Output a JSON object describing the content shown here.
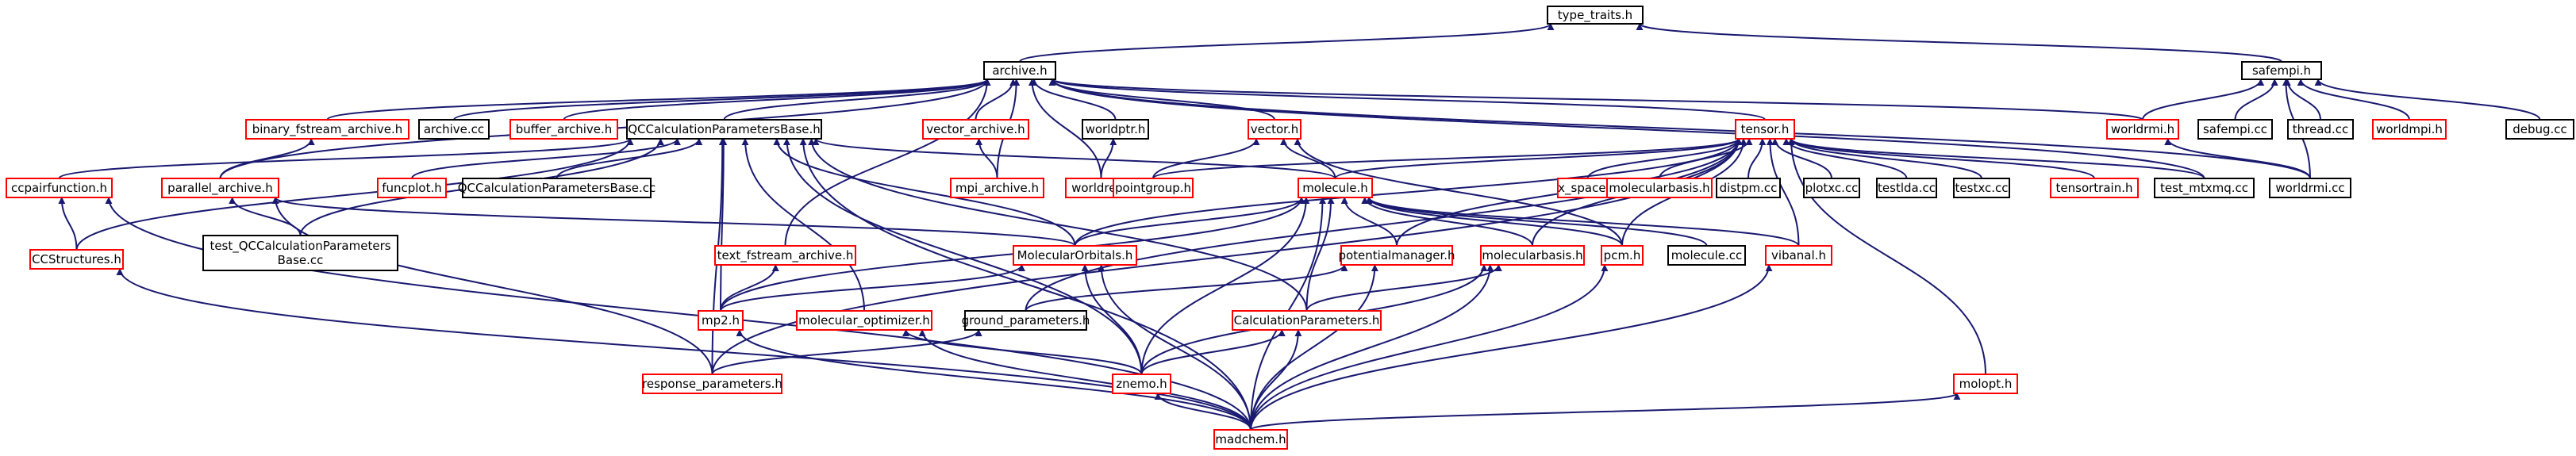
{
  "diagram": {
    "colors": {
      "edge": "#191970",
      "node_border_normal": "#000000",
      "node_border_link": "#ff0000",
      "node_fill_root": "#bfbfbf",
      "node_fill": "#ffffff"
    },
    "nodes": [
      {
        "id": "type_traits",
        "lines": [
          "type_traits.h"
        ],
        "style": "root"
      },
      {
        "id": "archive",
        "lines": [
          "archive.h"
        ],
        "style": "normal"
      },
      {
        "id": "safempi",
        "lines": [
          "safempi.h"
        ],
        "style": "normal"
      },
      {
        "id": "binary_fstream",
        "lines": [
          "binary_fstream_archive.h"
        ],
        "style": "link"
      },
      {
        "id": "archive_cc",
        "lines": [
          "archive.cc"
        ],
        "style": "normal"
      },
      {
        "id": "buffer_archive",
        "lines": [
          "buffer_archive.h"
        ],
        "style": "link"
      },
      {
        "id": "qccalc",
        "lines": [
          "QCCalculationParametersBase.h"
        ],
        "style": "normal"
      },
      {
        "id": "vector_archive",
        "lines": [
          "vector_archive.h"
        ],
        "style": "link"
      },
      {
        "id": "worldptr",
        "lines": [
          "worldptr.h"
        ],
        "style": "normal"
      },
      {
        "id": "vector",
        "lines": [
          "vector.h"
        ],
        "style": "link"
      },
      {
        "id": "tensor",
        "lines": [
          "tensor.h"
        ],
        "style": "link"
      },
      {
        "id": "worldrmi_h",
        "lines": [
          "worldrmi.h"
        ],
        "style": "link"
      },
      {
        "id": "safempi_cc",
        "lines": [
          "safempi.cc"
        ],
        "style": "normal"
      },
      {
        "id": "thread_cc",
        "lines": [
          "thread.cc"
        ],
        "style": "normal"
      },
      {
        "id": "worldmpi",
        "lines": [
          "worldmpi.h"
        ],
        "style": "link"
      },
      {
        "id": "debug_cc",
        "lines": [
          "debug.cc"
        ],
        "style": "normal"
      },
      {
        "id": "ccpair",
        "lines": [
          "ccpairfunction.h"
        ],
        "style": "link"
      },
      {
        "id": "parallel_archive",
        "lines": [
          "parallel_archive.h"
        ],
        "style": "link"
      },
      {
        "id": "funcplot",
        "lines": [
          "funcplot.h"
        ],
        "style": "link"
      },
      {
        "id": "qccalc_cc",
        "lines": [
          "QCCalculationParametersBase.cc"
        ],
        "style": "normal"
      },
      {
        "id": "mpi_archive",
        "lines": [
          "mpi_archive.h"
        ],
        "style": "link"
      },
      {
        "id": "worldref",
        "lines": [
          "worldref.h"
        ],
        "style": "link"
      },
      {
        "id": "pointgroup",
        "lines": [
          "pointgroup.h"
        ],
        "style": "link"
      },
      {
        "id": "molecule_h",
        "lines": [
          "molecule.h"
        ],
        "style": "link"
      },
      {
        "id": "x_space",
        "lines": [
          "x_space.h"
        ],
        "style": "link"
      },
      {
        "id": "molecularbasis_top",
        "lines": [
          "molecularbasis.h"
        ],
        "style": "link"
      },
      {
        "id": "distpm",
        "lines": [
          "distpm.cc"
        ],
        "style": "normal"
      },
      {
        "id": "plotxc",
        "lines": [
          "plotxc.cc"
        ],
        "style": "normal"
      },
      {
        "id": "testlda",
        "lines": [
          "testlda.cc"
        ],
        "style": "normal"
      },
      {
        "id": "testxc",
        "lines": [
          "testxc.cc"
        ],
        "style": "normal"
      },
      {
        "id": "tensortrain",
        "lines": [
          "tensortrain.h"
        ],
        "style": "link"
      },
      {
        "id": "test_mtxmq",
        "lines": [
          "test_mtxmq.cc"
        ],
        "style": "normal"
      },
      {
        "id": "worldrmi_cc",
        "lines": [
          "worldrmi.cc"
        ],
        "style": "normal"
      },
      {
        "id": "ccstructures",
        "lines": [
          "CCStructures.h"
        ],
        "style": "link"
      },
      {
        "id": "test_qccalc",
        "lines": [
          "test_QCCalculationParameters",
          "Base.cc"
        ],
        "style": "normal"
      },
      {
        "id": "text_fstream",
        "lines": [
          "text_fstream_archive.h"
        ],
        "style": "link"
      },
      {
        "id": "molorbitals",
        "lines": [
          "MolecularOrbitals.h"
        ],
        "style": "link"
      },
      {
        "id": "potentialmanager",
        "lines": [
          "potentialmanager.h"
        ],
        "style": "link"
      },
      {
        "id": "molecularbasis_mid",
        "lines": [
          "molecularbasis.h"
        ],
        "style": "link"
      },
      {
        "id": "pcm",
        "lines": [
          "pcm.h"
        ],
        "style": "link"
      },
      {
        "id": "molecule_cc",
        "lines": [
          "molecule.cc"
        ],
        "style": "normal"
      },
      {
        "id": "vibanal",
        "lines": [
          "vibanal.h"
        ],
        "style": "link"
      },
      {
        "id": "mp2",
        "lines": [
          "mp2.h"
        ],
        "style": "link"
      },
      {
        "id": "mol_optimizer",
        "lines": [
          "molecular_optimizer.h"
        ],
        "style": "link"
      },
      {
        "id": "ground_params",
        "lines": [
          "ground_parameters.h"
        ],
        "style": "normal"
      },
      {
        "id": "calcparams",
        "lines": [
          "CalculationParameters.h"
        ],
        "style": "link"
      },
      {
        "id": "molopt",
        "lines": [
          "molopt.h"
        ],
        "style": "link"
      },
      {
        "id": "response_params",
        "lines": [
          "response_parameters.h"
        ],
        "style": "link"
      },
      {
        "id": "znemo",
        "lines": [
          "znemo.h"
        ],
        "style": "link"
      },
      {
        "id": "madchem",
        "lines": [
          "madchem.h"
        ],
        "style": "link"
      }
    ],
    "edges": [
      [
        "archive",
        "type_traits"
      ],
      [
        "safempi",
        "type_traits"
      ],
      [
        "parallel_archive",
        "archive"
      ],
      [
        "binary_fstream",
        "archive"
      ],
      [
        "archive_cc",
        "archive"
      ],
      [
        "buffer_archive",
        "archive"
      ],
      [
        "qccalc",
        "archive"
      ],
      [
        "vector_archive",
        "archive"
      ],
      [
        "worldptr",
        "archive"
      ],
      [
        "vector",
        "archive"
      ],
      [
        "tensor",
        "archive"
      ],
      [
        "worldrmi_h",
        "archive"
      ],
      [
        "text_fstream",
        "archive"
      ],
      [
        "mpi_archive",
        "archive"
      ],
      [
        "worldref",
        "archive"
      ],
      [
        "test_mtxmq",
        "archive"
      ],
      [
        "worldrmi_cc",
        "archive"
      ],
      [
        "worldrmi_h",
        "safempi"
      ],
      [
        "safempi_cc",
        "safempi"
      ],
      [
        "thread_cc",
        "safempi"
      ],
      [
        "worldmpi",
        "safempi"
      ],
      [
        "debug_cc",
        "safempi"
      ],
      [
        "worldrmi_cc",
        "safempi"
      ],
      [
        "worldrmi_cc",
        "worldrmi_h"
      ],
      [
        "parallel_archive",
        "binary_fstream"
      ],
      [
        "mpi_archive",
        "vector_archive"
      ],
      [
        "worldref",
        "worldptr"
      ],
      [
        "pointgroup",
        "vector"
      ],
      [
        "molecule_h",
        "vector"
      ],
      [
        "pcm",
        "vector"
      ],
      [
        "ccpair",
        "qccalc"
      ],
      [
        "funcplot",
        "qccalc"
      ],
      [
        "qccalc_cc",
        "qccalc"
      ],
      [
        "test_qccalc",
        "qccalc"
      ],
      [
        "molecule_h",
        "qccalc"
      ],
      [
        "molorbitals",
        "qccalc"
      ],
      [
        "mp2",
        "qccalc"
      ],
      [
        "mol_optimizer",
        "qccalc"
      ],
      [
        "calcparams",
        "qccalc"
      ],
      [
        "response_params",
        "qccalc"
      ],
      [
        "znemo",
        "qccalc"
      ],
      [
        "madchem",
        "qccalc"
      ],
      [
        "ccstructures",
        "qccalc"
      ],
      [
        "test_qccalc",
        "parallel_archive"
      ],
      [
        "molorbitals",
        "parallel_archive"
      ],
      [
        "response_params",
        "parallel_archive"
      ],
      [
        "ccstructures",
        "ccpair"
      ],
      [
        "madchem",
        "ccpair"
      ],
      [
        "pointgroup",
        "tensor"
      ],
      [
        "molecule_h",
        "tensor"
      ],
      [
        "x_space",
        "tensor"
      ],
      [
        "molecularbasis_top",
        "tensor"
      ],
      [
        "distpm",
        "tensor"
      ],
      [
        "plotxc",
        "tensor"
      ],
      [
        "testlda",
        "tensor"
      ],
      [
        "testxc",
        "tensor"
      ],
      [
        "tensortrain",
        "tensor"
      ],
      [
        "test_mtxmq",
        "tensor"
      ],
      [
        "molopt",
        "tensor"
      ],
      [
        "molorbitals",
        "tensor"
      ],
      [
        "potentialmanager",
        "tensor"
      ],
      [
        "molecularbasis_mid",
        "tensor"
      ],
      [
        "pcm",
        "tensor"
      ],
      [
        "vibanal",
        "tensor"
      ],
      [
        "ground_params",
        "tensor"
      ],
      [
        "response_params",
        "tensor"
      ],
      [
        "molorbitals",
        "molecule_h"
      ],
      [
        "potentialmanager",
        "molecule_h"
      ],
      [
        "molecularbasis_mid",
        "molecule_h"
      ],
      [
        "pcm",
        "molecule_h"
      ],
      [
        "molecule_cc",
        "molecule_h"
      ],
      [
        "vibanal",
        "molecule_h"
      ],
      [
        "mp2",
        "molecule_h"
      ],
      [
        "calcparams",
        "molecule_h"
      ],
      [
        "znemo",
        "molecule_h"
      ],
      [
        "madchem",
        "molecule_h"
      ],
      [
        "mp2",
        "text_fstream"
      ],
      [
        "mp2",
        "molorbitals"
      ],
      [
        "znemo",
        "molorbitals"
      ],
      [
        "madchem",
        "molorbitals"
      ],
      [
        "ground_params",
        "potentialmanager"
      ],
      [
        "madchem",
        "potentialmanager"
      ],
      [
        "calcparams",
        "molecularbasis_mid"
      ],
      [
        "znemo",
        "molecularbasis_mid"
      ],
      [
        "madchem",
        "molecularbasis_mid"
      ],
      [
        "madchem",
        "pcm"
      ],
      [
        "madchem",
        "vibanal"
      ],
      [
        "madchem",
        "mp2"
      ],
      [
        "znemo",
        "mol_optimizer"
      ],
      [
        "madchem",
        "mol_optimizer"
      ],
      [
        "response_params",
        "ground_params"
      ],
      [
        "znemo",
        "calcparams"
      ],
      [
        "madchem",
        "calcparams"
      ],
      [
        "madchem",
        "znemo"
      ],
      [
        "madchem",
        "molopt"
      ],
      [
        "madchem",
        "ccstructures"
      ]
    ]
  }
}
